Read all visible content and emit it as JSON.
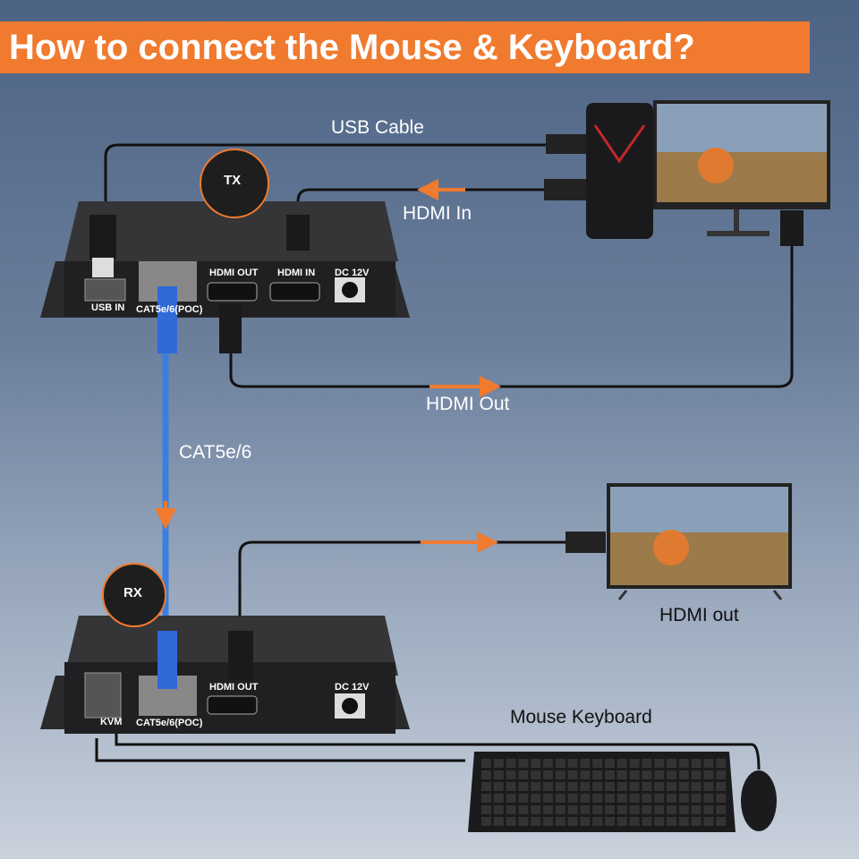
{
  "title": "How to connect the Mouse & Keyboard?",
  "labels": {
    "usb_cable": "USB Cable",
    "hdmi_in": "HDMI In",
    "hdmi_out_tx": "HDMI Out",
    "cat": "CAT5e/6",
    "hdmi_out_rx": "HDMI out",
    "mouse_keyboard": "Mouse Keyboard"
  },
  "tx": {
    "badge": "TX",
    "ports": [
      "USB IN",
      "CAT5e/6(POC)",
      "HDMI OUT",
      "HDMI IN",
      "DC 12V"
    ]
  },
  "rx": {
    "badge": "RX",
    "ports": [
      "KVM",
      "CAT5e/6(POC)",
      "HDMI OUT",
      "DC 12V"
    ]
  },
  "colors": {
    "accent": "#f07a2e",
    "cable_blue": "#3a7fe0"
  }
}
